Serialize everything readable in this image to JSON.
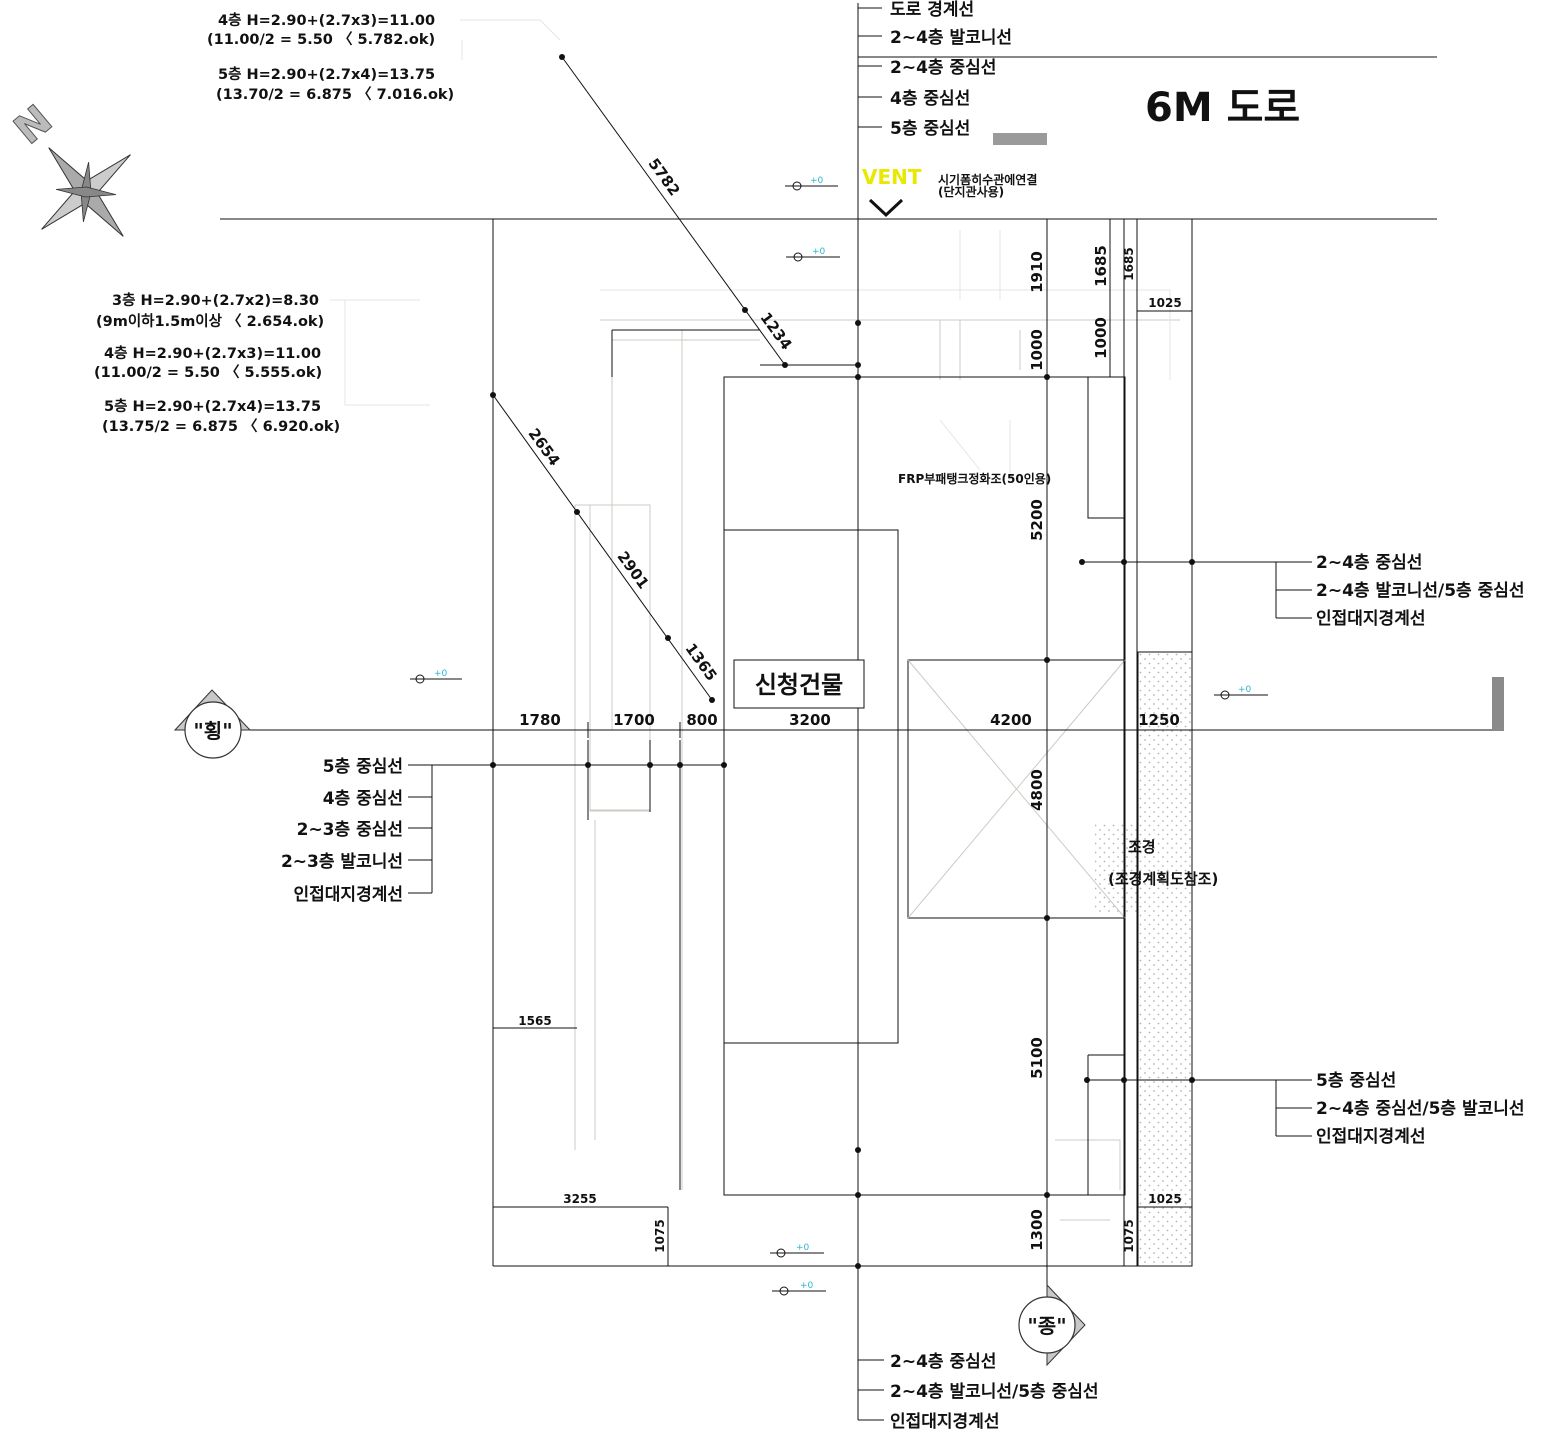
{
  "title": "6M 도로",
  "north_label": "N",
  "mark_horizontal": "\"횡\"",
  "mark_vertical": "\"종\"",
  "building_label": "신청건물",
  "vent_label": "VENT",
  "vent_note_1": "시기폼히수관에연결",
  "vent_note_2": "(단지관사용)",
  "septic_note": "FRP부패탱크정화조(50인용)",
  "landscape_1": "조경",
  "landscape_2": "(조경계획도참조)",
  "notes_top": [
    "4층 H=2.90+(2.7x3)=11.00",
    "(11.00/2 = 5.50 〈 5.782.ok)",
    "5층 H=2.90+(2.7x4)=13.75",
    "(13.70/2 = 6.875 〈 7.016.ok)"
  ],
  "notes_left": [
    "3층 H=2.90+(2.7x2)=8.30",
    "(9m이하1.5m이상 〈 2.654.ok)",
    "4층 H=2.90+(2.7x3)=11.00",
    "(11.00/2 = 5.50 〈 5.555.ok)",
    "5층 H=2.90+(2.7x4)=13.75",
    "(13.75/2 = 6.875 〈 6.920.ok)"
  ],
  "legend_top": [
    "도로 경계선",
    "2~4층 발코니선",
    "2~4층 중심선",
    "4층 중심선",
    "5층 중심선"
  ],
  "legend_right_1": [
    "2~4층 중심선",
    "2~4층 발코니선/5층 중심선",
    "인접대지경계선"
  ],
  "legend_right_2": [
    "5층 중심선",
    "2~4층 중심선/5층 발코니선",
    "인접대지경계선"
  ],
  "legend_left": [
    "5층 중심선",
    "4층 중심선",
    "2~3층 중심선",
    "2~3층 발코니선",
    "인접대지경계선"
  ],
  "legend_bottom": [
    "2~4층 중심선",
    "2~4층 발코니선/5층 중심선",
    "인접대지경계선"
  ],
  "dims_horizontal": [
    "1780",
    "1700",
    "800",
    "3200",
    "4200",
    "1250"
  ],
  "dims_vertical_main": [
    "1910",
    "1000",
    "5200",
    "4800",
    "5100",
    "1300"
  ],
  "dims_misc": {
    "d1685": "1685",
    "d1000": "1000",
    "d1025_top": "1025",
    "d1565": "1565",
    "d3255": "3255",
    "d1075_left": "1075",
    "d1075_right": "1075",
    "d1025_bottom": "1025",
    "d1685_small": "1685"
  },
  "diag_dims": [
    "5782",
    "1234",
    "2654",
    "2901",
    "1365"
  ],
  "colors": {
    "vent": "#e8e800",
    "marker": "#2ab6c9",
    "landscape_dots": "#b5b5b5"
  }
}
